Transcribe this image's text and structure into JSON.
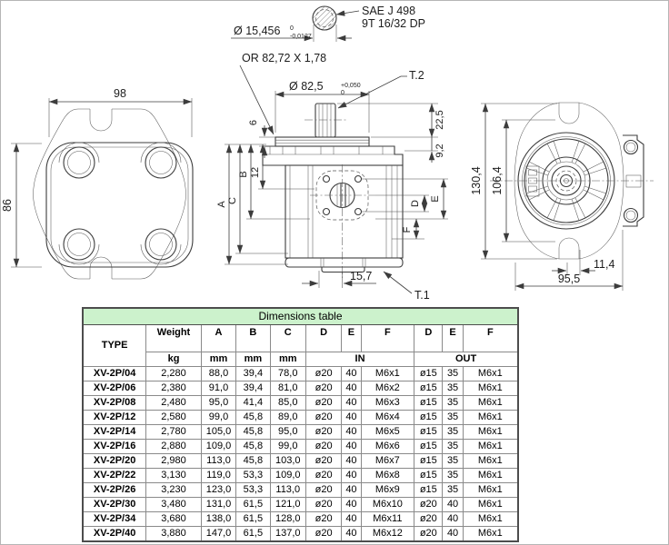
{
  "colors": {
    "table_title_bg": "#ccf2cc",
    "line": "#3c3c3c",
    "background": "#ffffff"
  },
  "drawing": {
    "detail": {
      "dia": "Ø 15,456",
      "tol_top": "0",
      "tol_bottom": "-0,0127",
      "note1": "SAE J 498",
      "note2": "9T 16/32 DP"
    },
    "front": {
      "width": "98",
      "height": "86"
    },
    "side": {
      "oring": "OR 82,72 X 1,78",
      "dia": "Ø 82,5",
      "dia_tol_top": "+0,050",
      "dia_tol_bottom": "0",
      "plate_thk": "6",
      "shaft_len": "22,5",
      "flange_thk": "9,2",
      "dim12": "12",
      "a": "A",
      "b": "B",
      "c": "C",
      "d": "D",
      "e": "E",
      "f": "F",
      "offset": "15,7",
      "t1": "T.1",
      "t2": "T.2"
    },
    "rear": {
      "height_outer": "130,4",
      "height_inner": "106,4",
      "offset": "11,4",
      "width": "95,5"
    }
  },
  "table": {
    "title": "Dimensions table",
    "headers": {
      "type": "TYPE",
      "weight": "Weight",
      "a": "A",
      "b": "B",
      "c": "C",
      "d_in": "D",
      "e_in": "E",
      "f_in": "F",
      "d_out": "D",
      "e_out": "E",
      "f_out": "F"
    },
    "units": {
      "weight": "kg",
      "a": "mm",
      "b": "mm",
      "c": "mm",
      "in_group": "IN",
      "out_group": "OUT"
    },
    "rows": [
      {
        "type": "XV-2P/04",
        "weight": "2,280",
        "a": "88,0",
        "b": "39,4",
        "c": "78,0",
        "d_in": "ø20",
        "e_in": "40",
        "f_in": "M6x1",
        "d_out": "ø15",
        "e_out": "35",
        "f_out": "M6x1"
      },
      {
        "type": "XV-2P/06",
        "weight": "2,380",
        "a": "91,0",
        "b": "39,4",
        "c": "81,0",
        "d_in": "ø20",
        "e_in": "40",
        "f_in": "M6x2",
        "d_out": "ø15",
        "e_out": "35",
        "f_out": "M6x1"
      },
      {
        "type": "XV-2P/08",
        "weight": "2,480",
        "a": "95,0",
        "b": "41,4",
        "c": "85,0",
        "d_in": "ø20",
        "e_in": "40",
        "f_in": "M6x3",
        "d_out": "ø15",
        "e_out": "35",
        "f_out": "M6x1"
      },
      {
        "type": "XV-2P/12",
        "weight": "2,580",
        "a": "99,0",
        "b": "45,8",
        "c": "89,0",
        "d_in": "ø20",
        "e_in": "40",
        "f_in": "M6x4",
        "d_out": "ø15",
        "e_out": "35",
        "f_out": "M6x1"
      },
      {
        "type": "XV-2P/14",
        "weight": "2,780",
        "a": "105,0",
        "b": "45,8",
        "c": "95,0",
        "d_in": "ø20",
        "e_in": "40",
        "f_in": "M6x5",
        "d_out": "ø15",
        "e_out": "35",
        "f_out": "M6x1"
      },
      {
        "type": "XV-2P/16",
        "weight": "2,880",
        "a": "109,0",
        "b": "45,8",
        "c": "99,0",
        "d_in": "ø20",
        "e_in": "40",
        "f_in": "M6x6",
        "d_out": "ø15",
        "e_out": "35",
        "f_out": "M6x1"
      },
      {
        "type": "XV-2P/20",
        "weight": "2,980",
        "a": "113,0",
        "b": "45,8",
        "c": "103,0",
        "d_in": "ø20",
        "e_in": "40",
        "f_in": "M6x7",
        "d_out": "ø15",
        "e_out": "35",
        "f_out": "M6x1"
      },
      {
        "type": "XV-2P/22",
        "weight": "3,130",
        "a": "119,0",
        "b": "53,3",
        "c": "109,0",
        "d_in": "ø20",
        "e_in": "40",
        "f_in": "M6x8",
        "d_out": "ø15",
        "e_out": "35",
        "f_out": "M6x1"
      },
      {
        "type": "XV-2P/26",
        "weight": "3,230",
        "a": "123,0",
        "b": "53,3",
        "c": "113,0",
        "d_in": "ø20",
        "e_in": "40",
        "f_in": "M6x9",
        "d_out": "ø15",
        "e_out": "35",
        "f_out": "M6x1"
      },
      {
        "type": "XV-2P/30",
        "weight": "3,480",
        "a": "131,0",
        "b": "61,5",
        "c": "121,0",
        "d_in": "ø20",
        "e_in": "40",
        "f_in": "M6x10",
        "d_out": "ø20",
        "e_out": "40",
        "f_out": "M6x1"
      },
      {
        "type": "XV-2P/34",
        "weight": "3,680",
        "a": "138,0",
        "b": "61,5",
        "c": "128,0",
        "d_in": "ø20",
        "e_in": "40",
        "f_in": "M6x11",
        "d_out": "ø20",
        "e_out": "40",
        "f_out": "M6x1"
      },
      {
        "type": "XV-2P/40",
        "weight": "3,880",
        "a": "147,0",
        "b": "61,5",
        "c": "137,0",
        "d_in": "ø20",
        "e_in": "40",
        "f_in": "M6x12",
        "d_out": "ø20",
        "e_out": "40",
        "f_out": "M6x1"
      }
    ]
  }
}
